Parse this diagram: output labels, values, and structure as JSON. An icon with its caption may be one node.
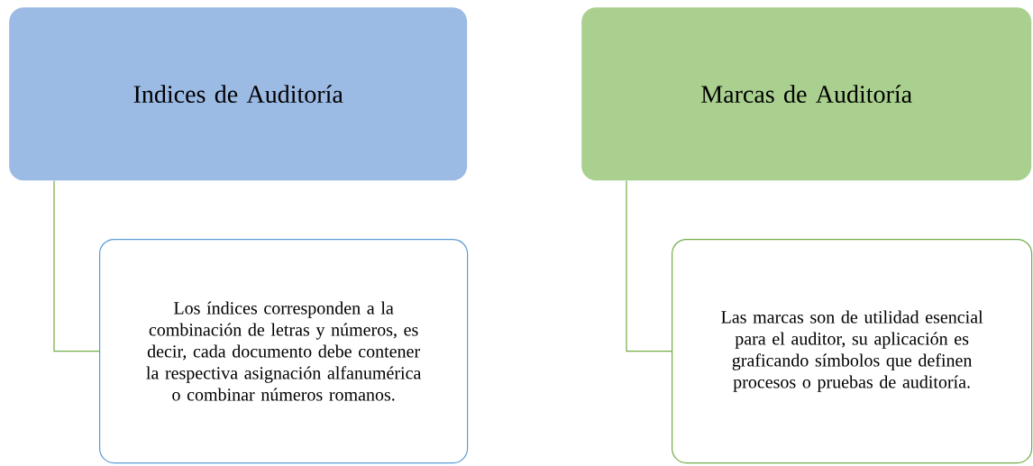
{
  "diagram": {
    "nodes": [
      {
        "text": [
          "Indices de Auditoría"
        ]
      },
      {
        "text": [
          "Los índices corresponden a la combinación de letras y números, es decir, cada documento debe contener la respectiva asignación alfanumérica o combinar números romanos."
        ]
      },
      {
        "text": [
          "Marcas de Auditoría"
        ]
      },
      {
        "text": [
          "Las marcas son de utilidad esencial para el auditor, su aplicación es graficando símbolos que definen procesos o pruebas de auditoría."
        ]
      }
    ],
    "edges": [
      {
        "from": 0,
        "to": 1,
        "arrow": "none"
      },
      {
        "from": 2,
        "to": 3,
        "arrow": "none"
      }
    ]
  }
}
